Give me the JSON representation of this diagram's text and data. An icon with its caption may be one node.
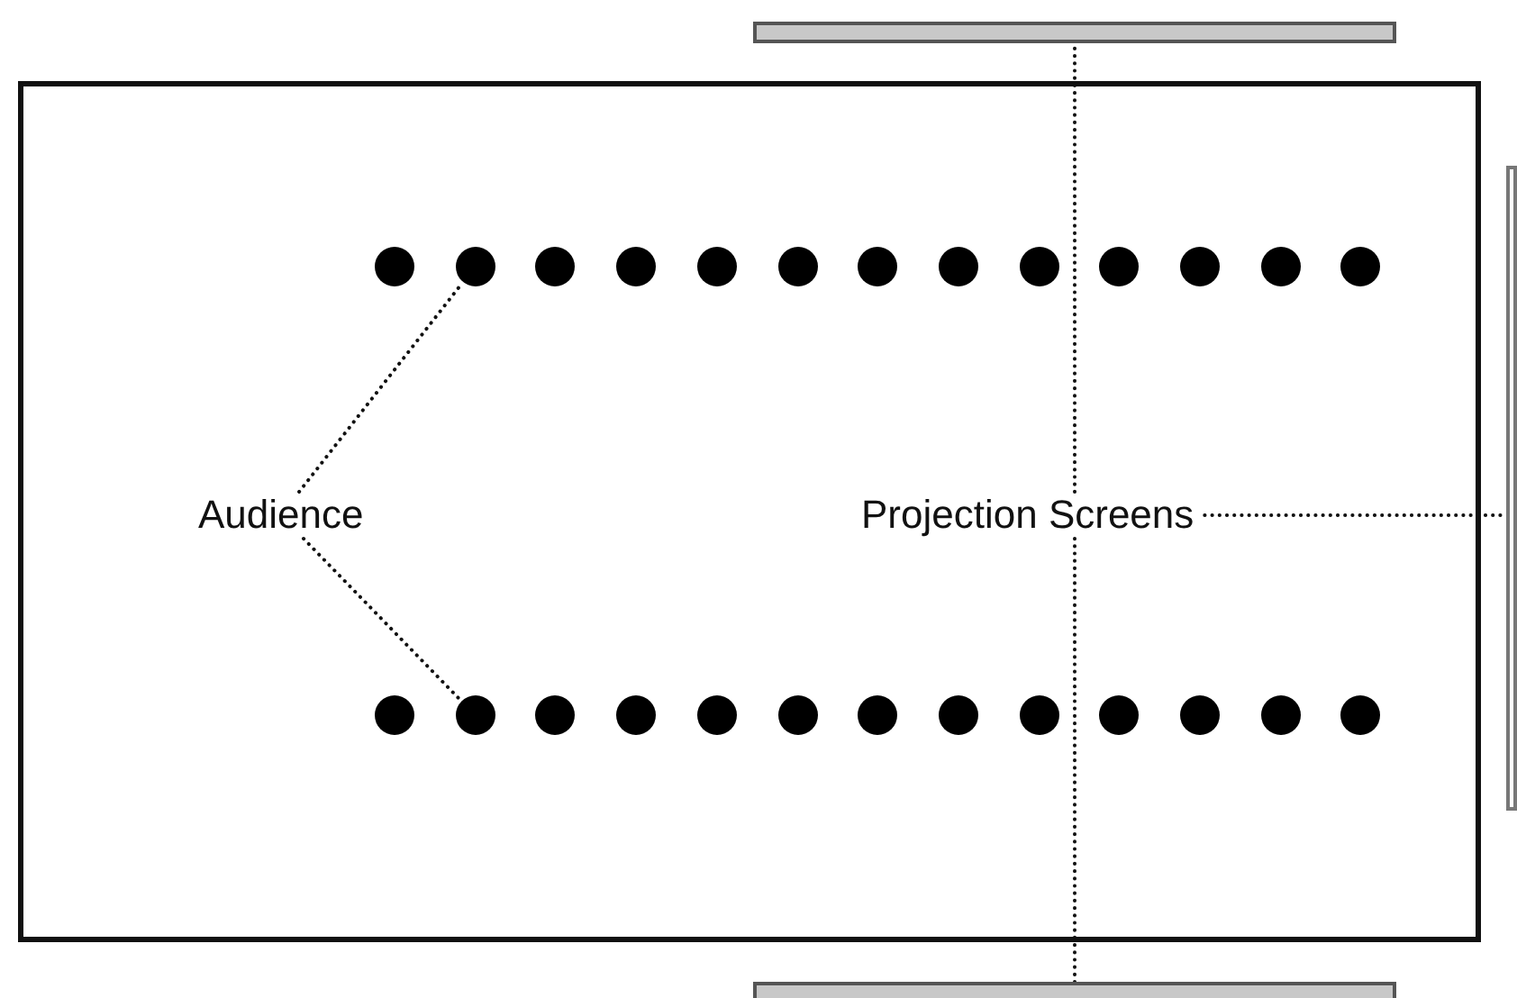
{
  "diagram": {
    "nodes": [
      {
        "text": [],
        "shape": "bar"
      },
      {
        "text": [],
        "shape": "box"
      },
      {
        "text": [],
        "shape": "circle",
        "in": 1
      },
      {
        "text": [],
        "shape": "circle",
        "in": 1
      },
      {
        "text": [],
        "shape": "circle",
        "in": 1
      },
      {
        "text": [],
        "shape": "circle",
        "in": 1
      },
      {
        "text": [],
        "shape": "circle",
        "in": 1
      },
      {
        "text": [],
        "shape": "circle",
        "in": 1
      },
      {
        "text": [],
        "shape": "circle",
        "in": 1
      },
      {
        "text": [],
        "shape": "circle",
        "in": 1
      },
      {
        "text": [],
        "shape": "circle",
        "in": 1
      },
      {
        "text": [],
        "shape": "circle",
        "in": 1
      },
      {
        "text": [],
        "shape": "circle",
        "in": 1
      },
      {
        "text": [],
        "shape": "circle",
        "in": 1
      },
      {
        "text": [],
        "shape": "circle",
        "in": 1
      },
      {
        "text": [
          "Audience"
        ],
        "in": 1
      },
      {
        "text": [
          "Projection Screens"
        ],
        "in": 1
      },
      {
        "text": [],
        "shape": "circle",
        "in": 1
      },
      {
        "text": [],
        "shape": "circle",
        "in": 1
      },
      {
        "text": [],
        "shape": "circle",
        "in": 1
      },
      {
        "text": [],
        "shape": "circle",
        "in": 1
      },
      {
        "text": [],
        "shape": "circle",
        "in": 1
      },
      {
        "text": [],
        "shape": "circle",
        "in": 1
      },
      {
        "text": [],
        "shape": "circle",
        "in": 1
      },
      {
        "text": [],
        "shape": "circle",
        "in": 1
      },
      {
        "text": [],
        "shape": "circle",
        "in": 1
      },
      {
        "text": [],
        "shape": "circle",
        "in": 1
      },
      {
        "text": [],
        "shape": "circle",
        "in": 1
      },
      {
        "text": [],
        "shape": "circle",
        "in": 1
      },
      {
        "text": [],
        "shape": "circle",
        "in": 1
      },
      {
        "text": [],
        "shape": "bar"
      },
      {
        "text": [],
        "shape": "bar"
      }
    ],
    "edges": [
      {
        "from": 15,
        "to": 3,
        "arrow": "none"
      },
      {
        "from": 15,
        "to": 18,
        "arrow": "none"
      },
      {
        "from": 16,
        "to": 0,
        "arrow": "none"
      },
      {
        "from": 16,
        "to": 31,
        "arrow": "none"
      },
      {
        "from": 16,
        "to": 30,
        "arrow": "none"
      }
    ]
  }
}
